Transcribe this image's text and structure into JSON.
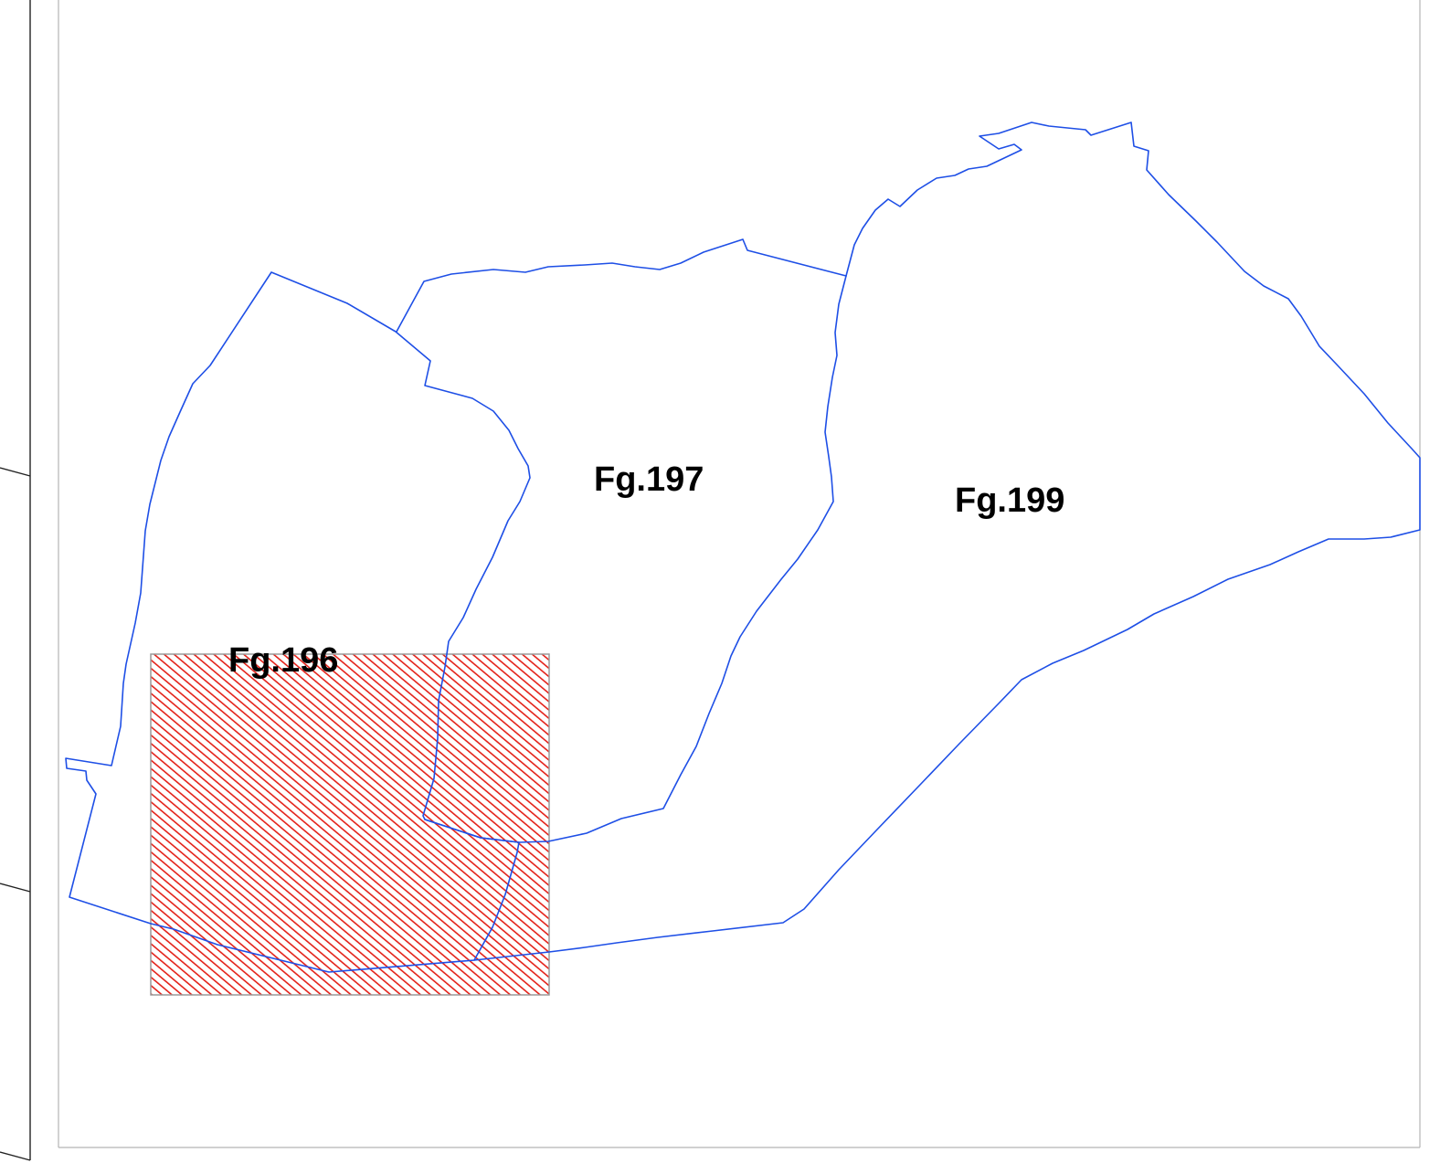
{
  "map": {
    "colors": {
      "background": "#ffffff",
      "parcel_outline": "#1e4fe6",
      "highlight_hatch": "#e32119",
      "highlight_border": "#9a9a9a",
      "frame": "#b5b5b5",
      "ruler": "#222222"
    },
    "parcels": [
      {
        "label": "Fg.196"
      },
      {
        "label": "Fg.197"
      },
      {
        "label": "Fg.199"
      }
    ],
    "highlight_area": {
      "pattern": "diagonal-hatch"
    }
  }
}
